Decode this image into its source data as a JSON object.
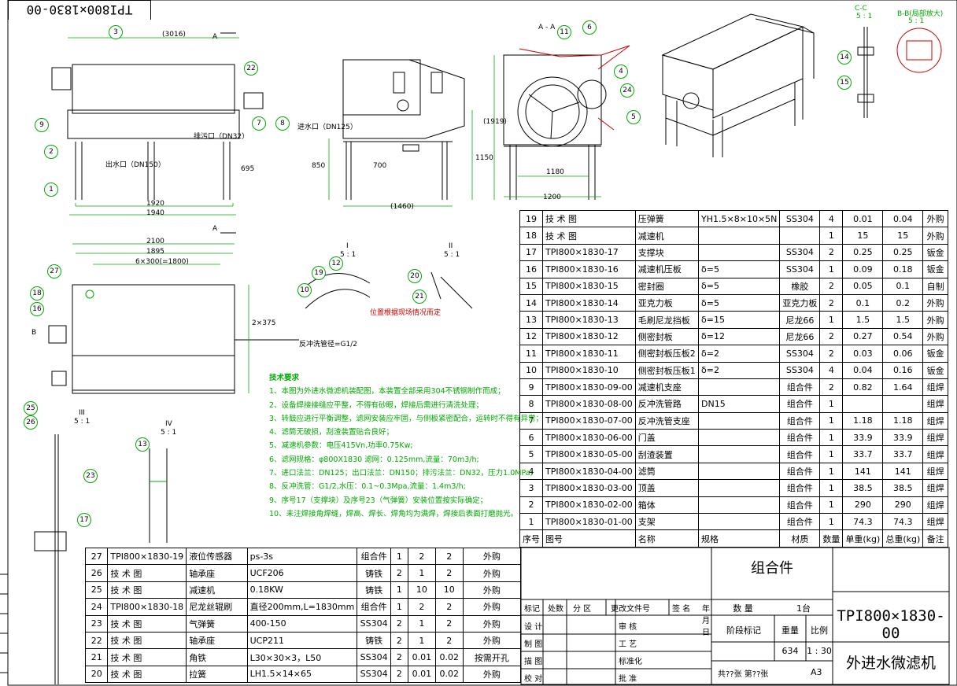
{
  "drawing_no_stamp": "TPI800×1830-00",
  "bom_right_rows": [
    [
      "19",
      "技 术 图",
      "压弹簧",
      "YH1.5×8×10×5N",
      "SS304",
      "4",
      "0.01",
      "0.04",
      "外购"
    ],
    [
      "18",
      "技 术 图",
      "减速机",
      "",
      "",
      "1",
      "15",
      "15",
      "外购"
    ],
    [
      "17",
      "TPI800×1830-17",
      "支撑块",
      "",
      "SS304",
      "2",
      "0.25",
      "0.25",
      "钣金"
    ],
    [
      "16",
      "TPI800×1830-16",
      "减速机压板",
      "δ=5",
      "SS304",
      "1",
      "0.09",
      "0.18",
      "钣金"
    ],
    [
      "15",
      "TPI800×1830-15",
      "密封圈",
      "δ=5",
      "橡胶",
      "2",
      "0.05",
      "0.1",
      "自制"
    ],
    [
      "14",
      "TPI800×1830-14",
      "亚克力板",
      "δ=5",
      "亚克力板",
      "2",
      "0.1",
      "0.2",
      "外购"
    ],
    [
      "13",
      "TPI800×1830-13",
      "毛刷尼龙挡板",
      "δ=15",
      "尼龙66",
      "1",
      "1.5",
      "1.5",
      "外购"
    ],
    [
      "12",
      "TPI800×1830-12",
      "侧密封板",
      "δ=12",
      "尼龙66",
      "2",
      "0.27",
      "0.54",
      "外购"
    ],
    [
      "11",
      "TPI800×1830-11",
      "侧密封板压板2",
      "δ=2",
      "SS304",
      "2",
      "0.03",
      "0.06",
      "钣金"
    ],
    [
      "10",
      "TPI800×1830-10",
      "侧密封板压板1",
      "δ=2",
      "SS304",
      "4",
      "0.04",
      "0.16",
      "钣金"
    ],
    [
      "9",
      "TPI800×1830-09-00",
      "减速机支座",
      "",
      "组合件",
      "2",
      "0.82",
      "1.64",
      "组焊"
    ],
    [
      "8",
      "TPI800×1830-08-00",
      "反冲洗管路",
      "DN15",
      "组合件",
      "1",
      "",
      "",
      "组焊"
    ],
    [
      "7",
      "TPI800×1830-07-00",
      "反冲洗管支座",
      "",
      "组合件",
      "1",
      "1.18",
      "1.18",
      "组焊"
    ],
    [
      "6",
      "TPI800×1830-06-00",
      "门盖",
      "",
      "组合件",
      "1",
      "33.9",
      "33.9",
      "组焊"
    ],
    [
      "5",
      "TPI800×1830-05-00",
      "刮渣装置",
      "",
      "组合件",
      "1",
      "33.7",
      "33.7",
      "组焊"
    ],
    [
      "4",
      "TPI800×1830-04-00",
      "滤筒",
      "",
      "组合件",
      "1",
      "141",
      "141",
      "组焊"
    ],
    [
      "3",
      "TPI800×1830-03-00",
      "顶盖",
      "",
      "组合件",
      "1",
      "38.5",
      "38.5",
      "组焊"
    ],
    [
      "2",
      "TPI800×1830-02-00",
      "箱体",
      "",
      "组合件",
      "1",
      "290",
      "290",
      "组焊"
    ],
    [
      "1",
      "TPI800×1830-01-00",
      "支架",
      "",
      "组合件",
      "1",
      "74.3",
      "74.3",
      "组焊"
    ],
    [
      "序号",
      "图号",
      "名称",
      "规格",
      "材质",
      "数量",
      "单重(kg)",
      "总重(kg)",
      "备注"
    ]
  ],
  "bom_left_rows": [
    [
      "27",
      "TPI800×1830-19",
      "液位传感器",
      "ps-3s",
      "组合件",
      "1",
      "2",
      "2",
      "外购"
    ],
    [
      "26",
      "技 术 图",
      "轴承座",
      "UCF206",
      "铸铁",
      "2",
      "1",
      "2",
      "外购"
    ],
    [
      "25",
      "技 术 图",
      "减速机",
      "0.18KW",
      "铸铁",
      "1",
      "10",
      "10",
      "外购"
    ],
    [
      "24",
      "TPI800×1830-18",
      "尼龙丝辊刷",
      "直径200mm,L=1830mm",
      "组合件",
      "1",
      "2",
      "2",
      "外购"
    ],
    [
      "23",
      "技 术 图",
      "气弹簧",
      "400-150",
      "SS304",
      "2",
      "1",
      "2",
      "外购"
    ],
    [
      "22",
      "技 术 图",
      "轴承座",
      "UCP211",
      "铸铁",
      "2",
      "1",
      "2",
      "外购"
    ],
    [
      "21",
      "技 术 图",
      "角铁",
      "L30×30×3，L50",
      "SS304",
      "2",
      "0.01",
      "0.02",
      "按需开孔"
    ],
    [
      "20",
      "技 术 图",
      "拉簧",
      "LH1.5×14×65",
      "SS304",
      "2",
      "0.01",
      "0.02",
      "外购"
    ]
  ],
  "title_block": {
    "assembly": "组合件",
    "qty_label": "数 量",
    "qty": "1台",
    "stage_label": "阶段标记",
    "weight_label": "重量",
    "scale_label": "比例",
    "weight": "634",
    "scale": "1 : 30",
    "sheets": "共??张 第??张",
    "format": "A3",
    "drawing_no": "TPI800×1830-00",
    "name": "外进水微滤机",
    "rev_headers": [
      "标记",
      "处数",
      "分 区",
      "更改文件号",
      "签 名",
      "年月日"
    ],
    "sign_rows": [
      [
        "设 计",
        "审 核"
      ],
      [
        "制 图",
        "工 艺"
      ],
      [
        "描 图",
        "标准化"
      ],
      [
        "校 对",
        "批 准"
      ]
    ]
  },
  "tech_notes": {
    "title": "技术要求",
    "items": [
      "1、本图为外进水微滤机装配图，本装置全部采用304不锈钢制作而成；",
      "2、设备焊接接缝应平整，不得有砂眼，焊接后需进行清洗处理；",
      "3、转鼓应进行平衡调整，滤网安装应牢固，与侧板紧密配合，运转时不得有异常；",
      "4、滤筒无破损，刮渣装置贴合良好；",
      "5、减速机参数：电压415Vn,功率0.75Kw;",
      "6、滤网规格：φ800X1830 滤网：0.125mm,流量：70m3/h;",
      "7、进口法兰：DN125；出口法兰：DN150；排污法兰：DN32，压力1.0MPa;",
      "8、反冲洗管：G1/2,水压：0.1~0.3Mpa,流量：1.4m3/h;",
      "9、序号17（支撑块）及序号23（气弹簧）安装位置按实际确定；",
      "10、未注焊接角焊缝，焊高、焊长、焊角均为满焊，焊接后表面打磨抛光。"
    ]
  },
  "annotations": {
    "top_width": "(3016)",
    "dim_1920": "1920",
    "dim_1940": "1940",
    "dim_2100": "2100",
    "dim_1895": "1895",
    "dim_holes": "6×300(=1800)",
    "dim_1460": "(1460)",
    "dim_700": "700",
    "dim_1180": "1180",
    "dim_1200": "1200",
    "dim_1150": "1150",
    "dim_850": "850",
    "dim_1919": "(1919)",
    "dim_695": "695",
    "dim_2x375": "2×375",
    "inlet": "进水口（DN125）",
    "outlet": "出水口（DN150）",
    "drain": "排污口（DN32）",
    "backwash": "反冲洗管径=G1/2",
    "section_aa": "A - A",
    "section_cc": "C-C",
    "scale_5_1": "5 : 1",
    "section_bb": "B-B(局部放大)",
    "view_I": "I",
    "view_II": "II",
    "view_III": "III",
    "view_IV": "IV",
    "label_A": "A",
    "label_B": "B",
    "detail_note": "位置根据现场情况而定"
  },
  "balloons": [
    "1",
    "2",
    "3",
    "4",
    "5",
    "6",
    "7",
    "8",
    "9",
    "10",
    "11",
    "12",
    "13",
    "14",
    "15",
    "16",
    "17",
    "18",
    "19",
    "20",
    "21",
    "22",
    "23",
    "24",
    "25",
    "26",
    "27"
  ],
  "colors": {
    "line": "#000000",
    "dimension": "#00aa00",
    "accent": "#cc0000"
  }
}
